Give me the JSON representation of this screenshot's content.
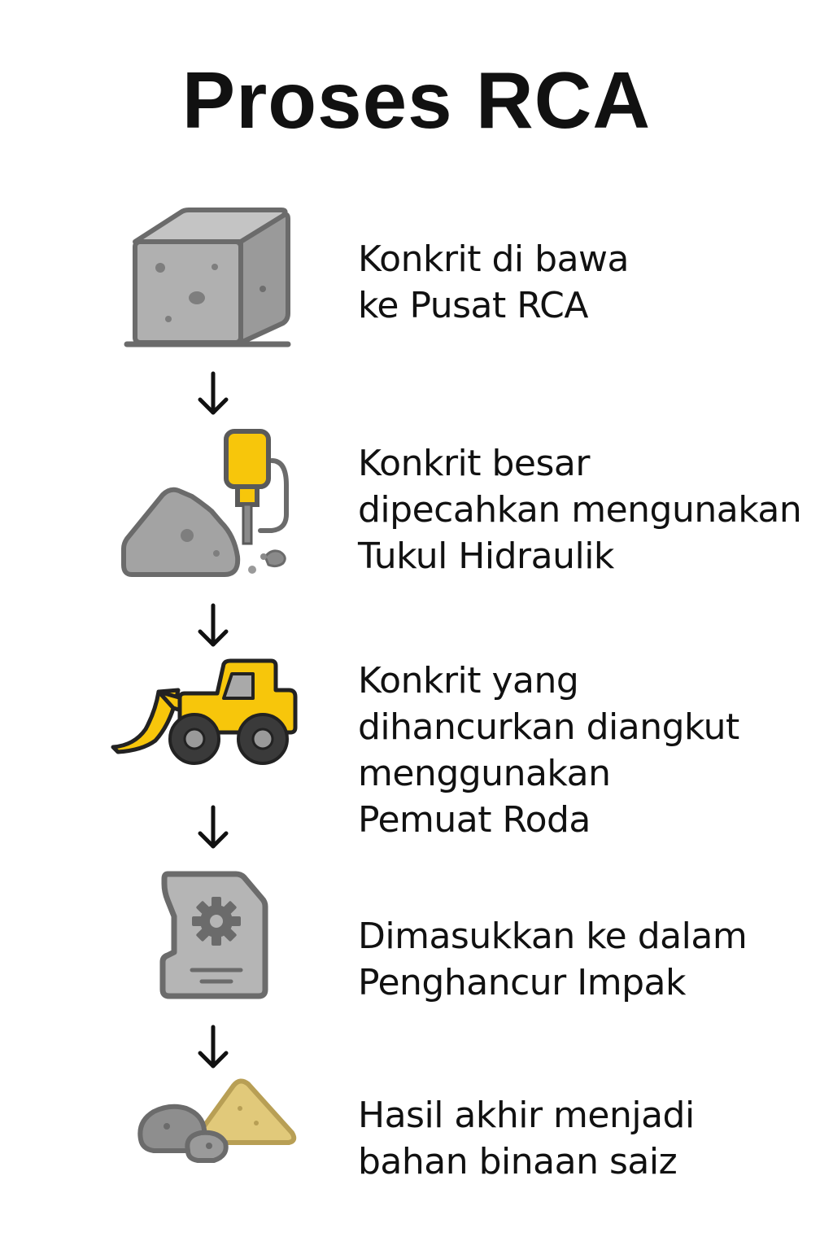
{
  "title": "Proses RCA",
  "colors": {
    "concrete_fill": "#a9a9a9",
    "concrete_dark": "#8a8a8a",
    "outline": "#6b6b6b",
    "machine_yellow": "#f7c60b",
    "sand": "#e1c97a"
  },
  "steps": [
    {
      "icon": "concrete-block-icon",
      "text": "Konkrit di bawa\nke Pusat RCA"
    },
    {
      "icon": "hydraulic-hammer-icon",
      "text": "Konkrit besar\ndipecahkan mengunakan\nTukul Hidraulik"
    },
    {
      "icon": "wheel-loader-icon",
      "text": "Konkrit yang\ndihancurkan diangkut\nmenggunakan\nPemuat Roda"
    },
    {
      "icon": "impact-crusher-icon",
      "text": "Dimasukkan ke dalam\nPenghancur Impak"
    },
    {
      "icon": "aggregate-pile-icon",
      "text": "Hasil akhir menjadi\nbahan binaan saiz"
    }
  ]
}
